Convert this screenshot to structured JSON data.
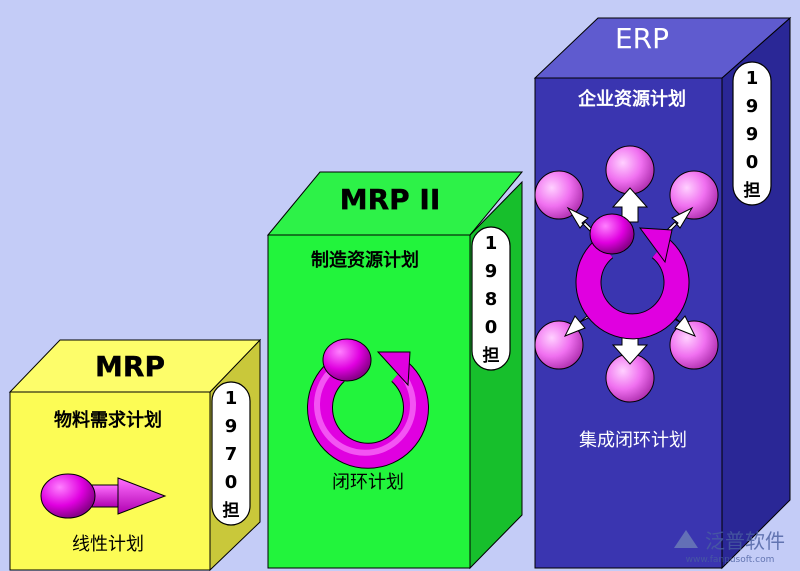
{
  "blocks": [
    {
      "title": "MRP",
      "subtitle": "物料需求计划",
      "year": [
        "1",
        "9",
        "7",
        "0",
        "担"
      ],
      "caption": "线性计划",
      "colors": {
        "front": "#fcfc55",
        "top": "#fdfd6a",
        "side": "#c9c83a"
      }
    },
    {
      "title": "MRP II",
      "subtitle": "制造资源计划",
      "year": [
        "1",
        "9",
        "8",
        "0",
        "担"
      ],
      "caption": "闭环计划",
      "colors": {
        "front": "#22f43c",
        "top": "#2df248",
        "side": "#17bf2c"
      }
    },
    {
      "title": "ERP",
      "subtitle": "企业资源计划",
      "year": [
        "1",
        "9",
        "9",
        "0",
        "担"
      ],
      "caption": "集成闭环计划",
      "colors": {
        "front": "#3a35b0",
        "top": "#5f5bcf",
        "side": "#2a2796"
      }
    }
  ],
  "watermark": {
    "brand": "泛普软件",
    "url": "www.fanpusoft.com"
  },
  "icons": [
    "linear-arrow-icon",
    "closed-loop-icon",
    "integrated-loop-icon"
  ],
  "accent_color": "#e000e0"
}
